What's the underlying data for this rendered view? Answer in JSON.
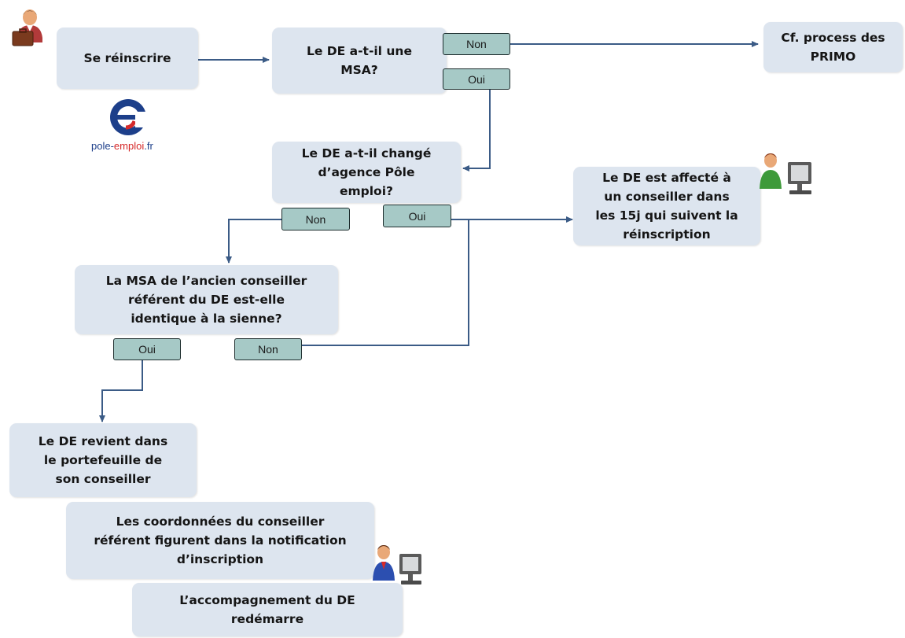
{
  "colors": {
    "box": "#dde5ef",
    "tag": "#a6c9c6",
    "line": "#3b5b86"
  },
  "logo": {
    "text_prefix": "pole-",
    "text_accent": "emploi",
    "text_suffix": ".fr"
  },
  "boxes": {
    "reinscrire": {
      "lines": [
        "Se réinscrire"
      ]
    },
    "msa_question": {
      "lines": [
        "Le DE a-t-il une",
        "MSA?"
      ]
    },
    "primo": {
      "lines": [
        "Cf. process des",
        "PRIMO"
      ]
    },
    "agence_question": {
      "lines": [
        "Le DE a-t-il changé",
        "d’agence Pôle",
        "emploi?"
      ]
    },
    "affecte": {
      "lines": [
        "Le DE est affecté  à",
        "un conseiller dans",
        "les 15j qui suivent la",
        "réinscription"
      ]
    },
    "msa_ancien": {
      "lines": [
        "La MSA de l’ancien conseiller",
        "référent du DE est-elle",
        "identique à la sienne?"
      ]
    },
    "revient": {
      "lines": [
        "Le DE revient dans",
        "le portefeuille de",
        "son conseiller"
      ]
    },
    "coordonnees": {
      "lines": [
        "Les coordonnées du conseiller",
        "référent figurent dans la notification",
        "d’inscription"
      ]
    },
    "accompagnement": {
      "lines": [
        "L’accompagnement du DE",
        "redémarre"
      ]
    }
  },
  "tags": {
    "non_1": "Non",
    "oui_1": "Oui",
    "non_2": "Non",
    "oui_2": "Oui",
    "oui_3": "Oui",
    "non_3": "Non"
  }
}
